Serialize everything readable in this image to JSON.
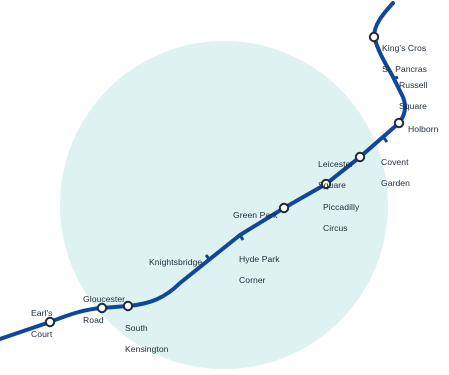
{
  "map": {
    "line_color": "#10479c",
    "zone_color": "#dff2f2",
    "station_marker_fill": "#ffffff",
    "station_marker_stroke": "#1e2b3a"
  },
  "stations": {
    "kings_cross": {
      "line1": "King's Cros",
      "line2": "St. Pancras"
    },
    "russell_square": {
      "line1": "Russell",
      "line2": "Square"
    },
    "holborn": {
      "line1": "Holborn"
    },
    "covent_garden": {
      "line1": "Covent",
      "line2": "Garden"
    },
    "leicester_square": {
      "line1": "Leicester",
      "line2": "Square"
    },
    "piccadilly_circus": {
      "line1": "Piccadilly",
      "line2": "Circus"
    },
    "green_park": {
      "line1": "Green Park"
    },
    "hyde_park_corner": {
      "line1": "Hyde Park",
      "line2": "Corner"
    },
    "knightsbridge": {
      "line1": "Knightsbridge"
    },
    "gloucester_road": {
      "line1": "Gloucester",
      "line2": "Road"
    },
    "south_kensington": {
      "line1": "South",
      "line2": "Kensington"
    },
    "earls_court": {
      "line1": "Earl's",
      "line2": "Court"
    }
  }
}
